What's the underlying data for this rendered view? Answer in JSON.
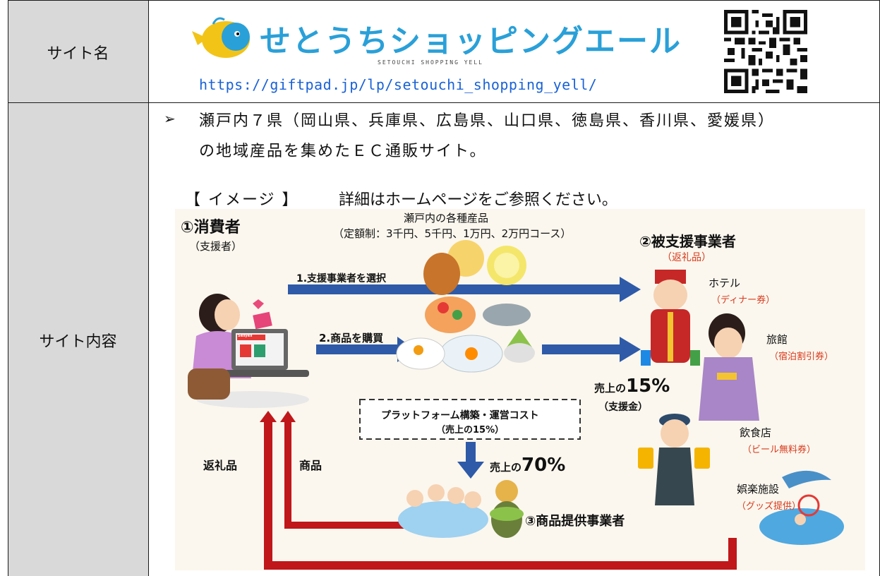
{
  "row1": {
    "label": "サイト名",
    "logo_title": "せとうちショッピングエール",
    "logo_subtitle": "SETOUCHI SHOPPING YELL",
    "url": "https://giftpad.jp/lp/setouchi_shopping_yell/"
  },
  "row2": {
    "label": "サイト内容",
    "bullet_symbol": "➢",
    "desc_line1": "瀬戸内７県（岡山県、兵庫県、広島県、山口県、徳島県、香川県、愛媛県）",
    "desc_line2": "の地域産品を集めたＥＣ通販サイト。",
    "image_tag": "【 イメージ 】",
    "detail_note": "詳細はホームページをご参照ください。"
  },
  "diagram": {
    "consumer": "①消費者",
    "consumer_sub": "（支援者）",
    "products_title": "瀬戸内の各種産品",
    "products_sub": "（定額制：3千円、5千円、1万円、2万円コース）",
    "supported": "②被支援事業者",
    "supported_sub": "（返礼品）",
    "step1": "1.支援事業者を選択",
    "step2": "2.商品を購買",
    "hotel": "ホテル",
    "hotel_gift": "（ディナー券）",
    "ryokan": "旅館",
    "ryokan_gift": "（宿泊割引券）",
    "sales15_prefix": "売上の",
    "sales15_value": "15%",
    "support_fund": "（支援金）",
    "platform": "プラットフォーム構築・運営コスト",
    "platform_sub": "（売上の15%）",
    "restaurant": "飲食店",
    "restaurant_gift": "（ビール無料券）",
    "return_gift": "返礼品",
    "goods": "商品",
    "sales70_prefix": "売上の",
    "sales70_value": "70%",
    "leisure": "娯楽施設",
    "leisure_gift": "（グッズ提供）",
    "provider": "③商品提供事業者",
    "laptop_badge": "Sellyell"
  },
  "colors": {
    "label_bg": "#d9d9d9",
    "url": "#1a62d6",
    "logo_blue": "#2aa0d8",
    "arrow_blue": "#2e5aa8",
    "arrow_red": "#c0171b",
    "accent_red": "#d9391b"
  }
}
